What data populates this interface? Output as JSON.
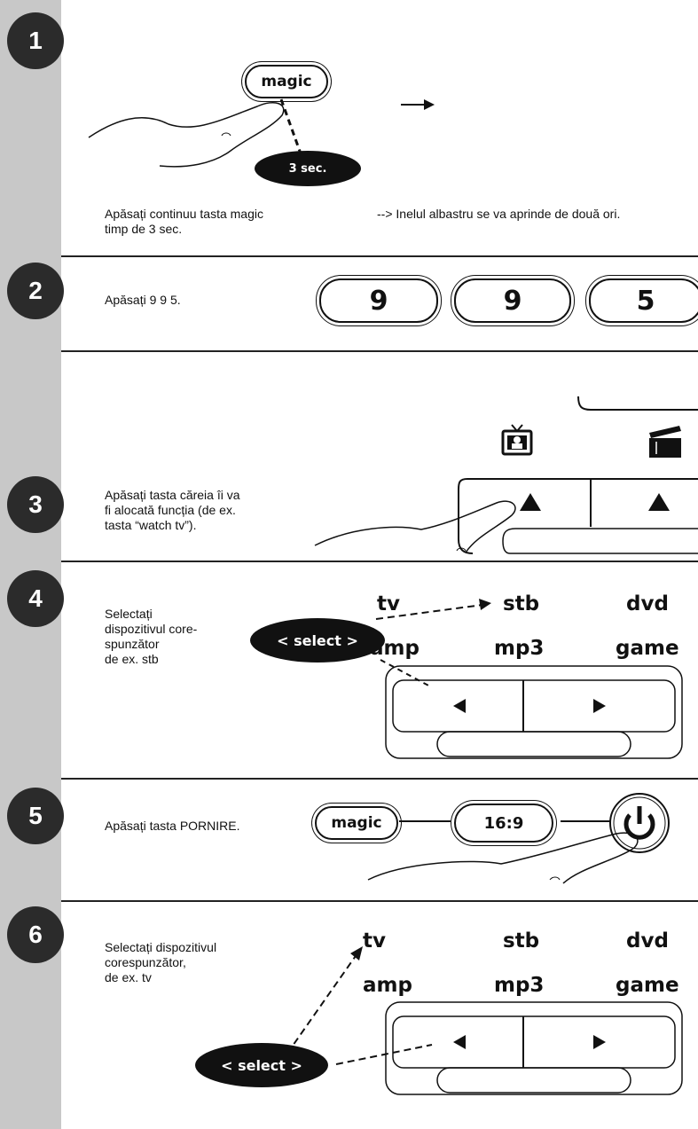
{
  "steps": [
    {
      "num": "1",
      "text": "Apăsați continuu tasta magic\ntimp de 3 sec.",
      "result": "--> Inelul albastru se va aprinde de două ori.",
      "button": "magic",
      "badge": "3 sec."
    },
    {
      "num": "2",
      "text": "Apăsați 9 9 5.",
      "keys": [
        "9",
        "9",
        "5"
      ]
    },
    {
      "num": "3",
      "text": "Apăsați tasta căreia îi va\nfi alocată funcția (de ex.\ntasta “watch tv”)."
    },
    {
      "num": "4",
      "text": "Selectați\ndispozitivul core-\nspunzător\n de ex. stb",
      "select": "< select >",
      "devices": [
        "tv",
        "stb",
        "dvd",
        "amp",
        "mp3",
        "game"
      ]
    },
    {
      "num": "5",
      "text": "Apăsați tasta PORNIRE.",
      "magic": "magic",
      "aspect": "16:9"
    },
    {
      "num": "6",
      "text": "Selectați dispozitivul\ncorespunzător,\nde ex. tv",
      "select": "< select >",
      "devices": [
        "tv",
        "stb",
        "dvd",
        "amp",
        "mp3",
        "game"
      ]
    }
  ],
  "icons": [
    "hand-pointer",
    "arrow-right",
    "tv-icon",
    "clapperboard-icon",
    "arrow-left-triangle",
    "arrow-right-triangle",
    "power-icon"
  ]
}
